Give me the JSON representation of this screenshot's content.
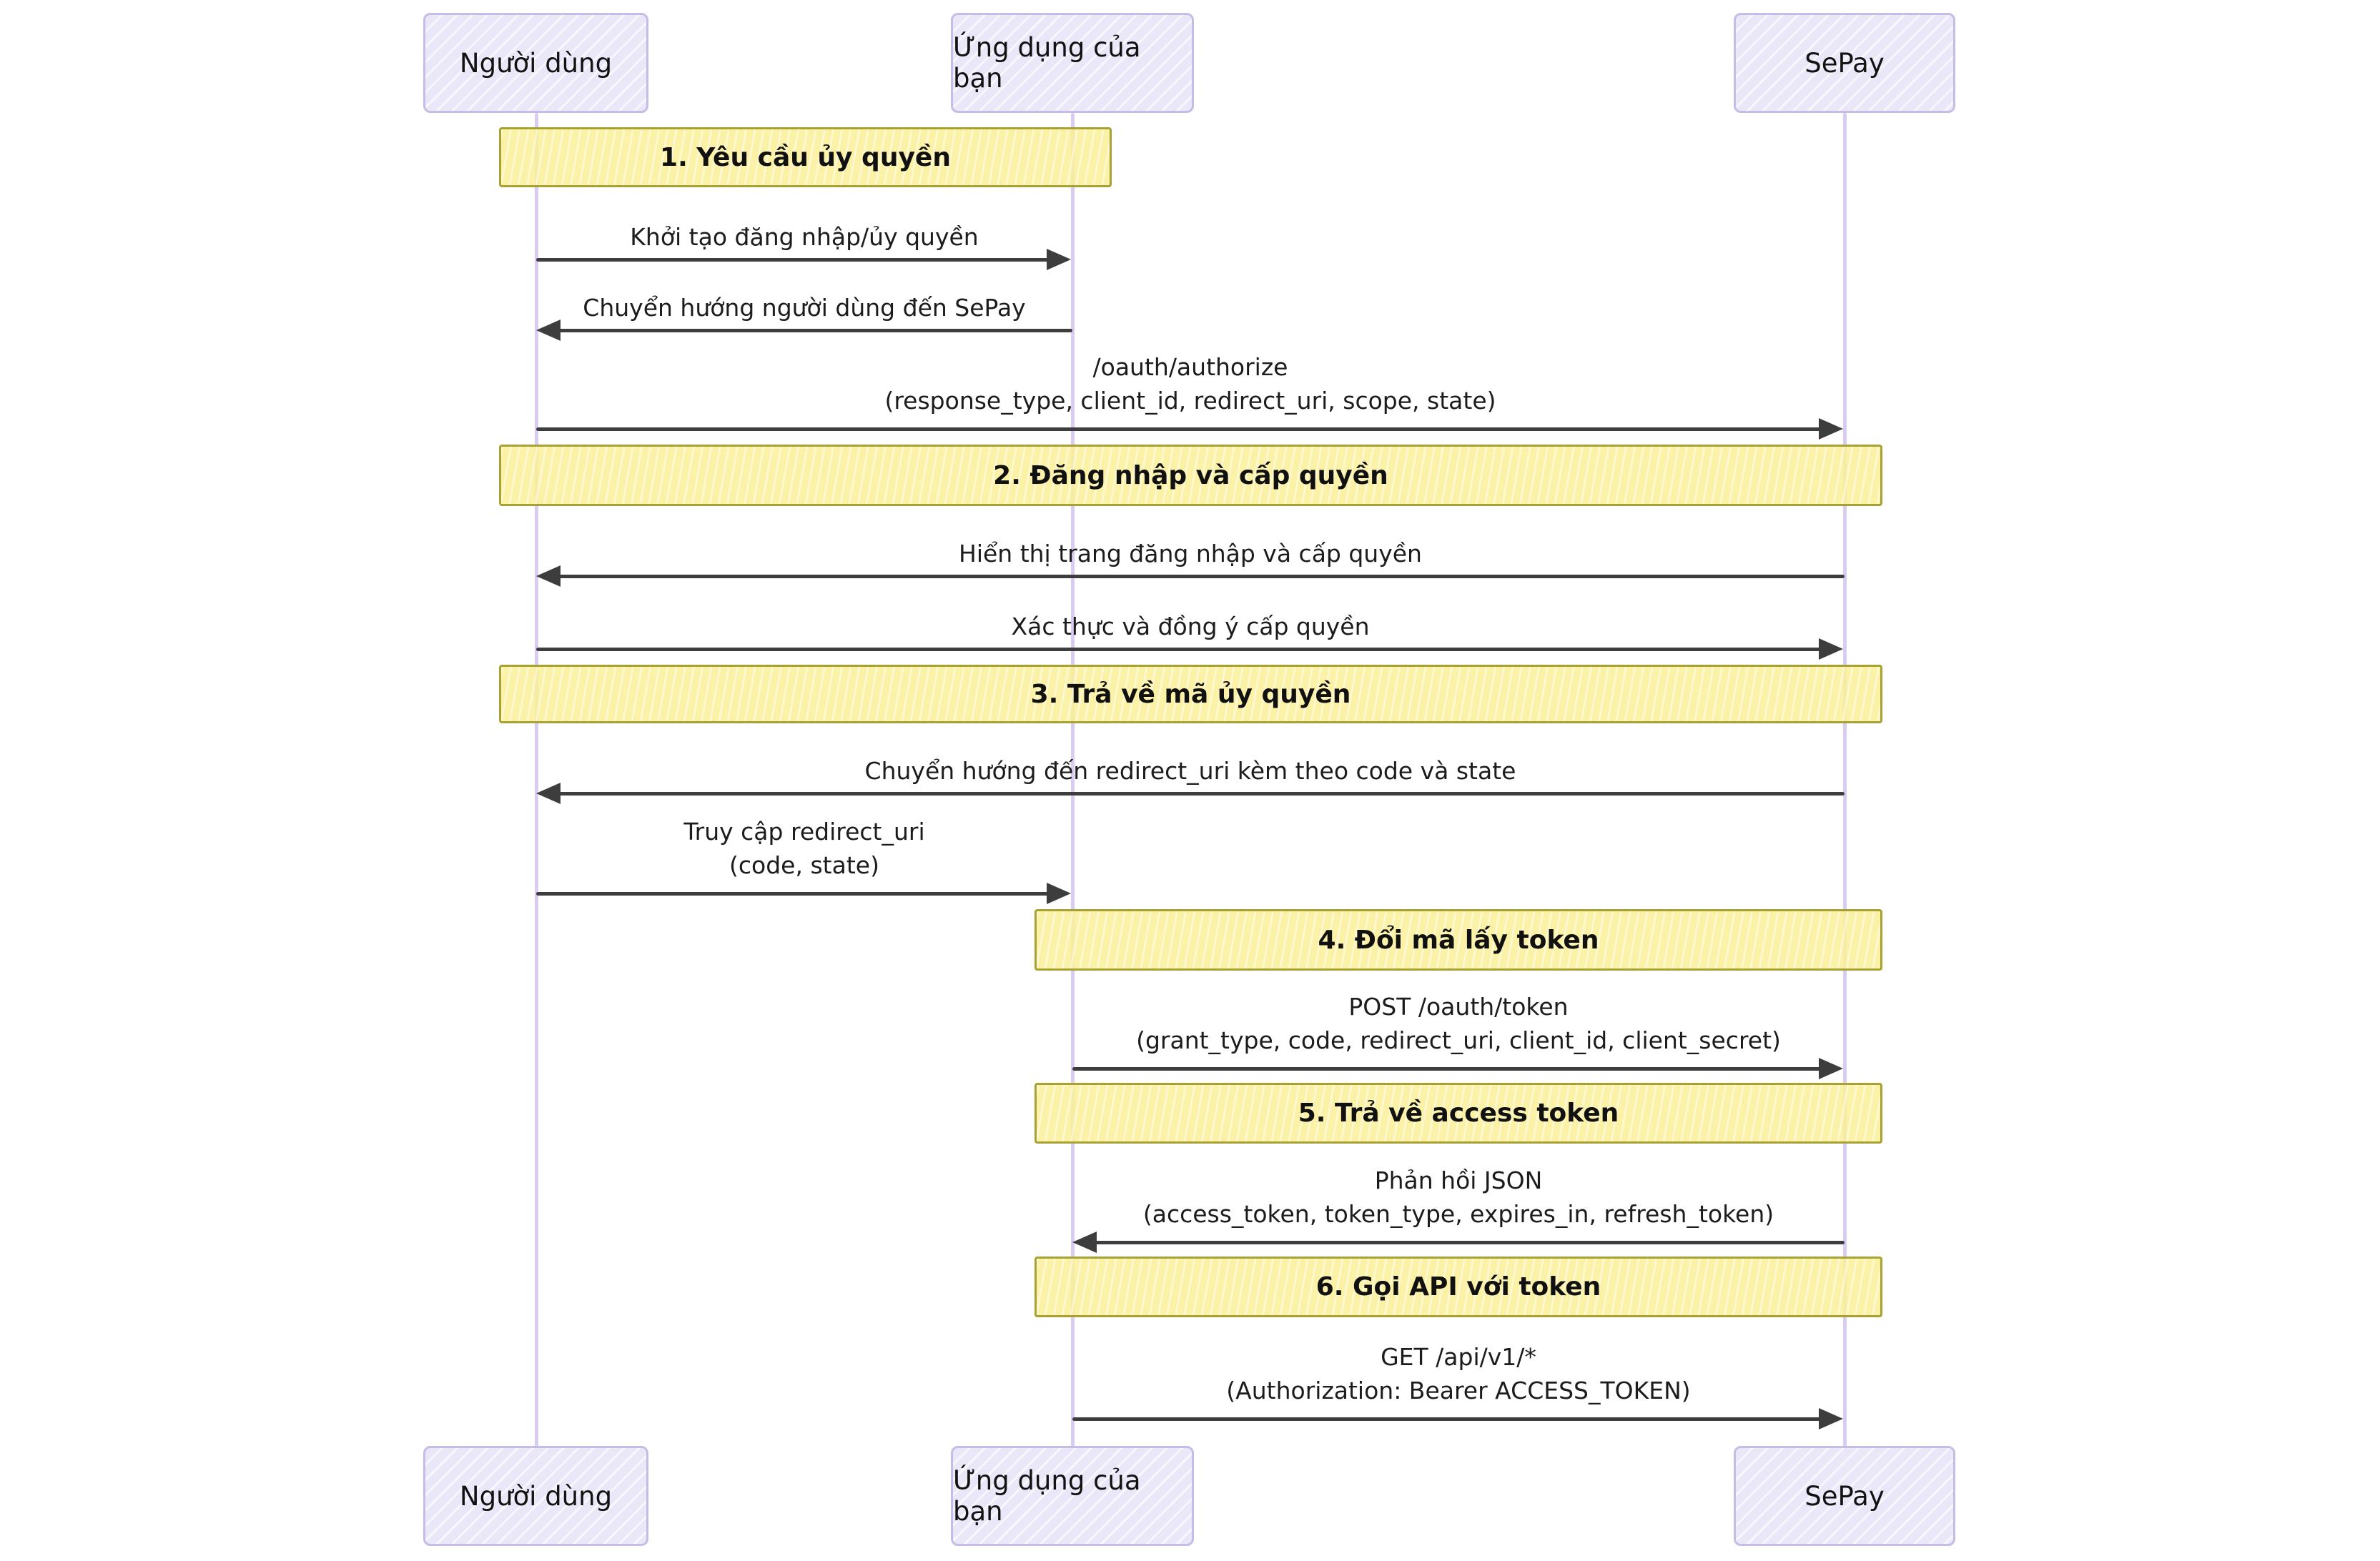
{
  "diagram_type": "sequence",
  "actors": {
    "user": "Người dùng",
    "app": "Ứng dụng của bạn",
    "sepay": "SePay"
  },
  "sections": [
    "1. Yêu cầu ủy quyền",
    "2. Đăng nhập và cấp quyền",
    "3. Trả về mã ủy quyền",
    "4. Đổi mã lấy token",
    "5. Trả về access token",
    "6. Gọi API với token"
  ],
  "messages": [
    {
      "from": "user",
      "to": "app",
      "line1": "Khởi tạo đăng nhập/ủy quyền"
    },
    {
      "from": "app",
      "to": "user",
      "line1": "Chuyển hướng người dùng đến SePay"
    },
    {
      "from": "user",
      "to": "sepay",
      "line1": "/oauth/authorize",
      "line2": "(response_type, client_id, redirect_uri, scope, state)"
    },
    {
      "from": "sepay",
      "to": "user",
      "line1": "Hiển thị trang đăng nhập và cấp quyền"
    },
    {
      "from": "user",
      "to": "sepay",
      "line1": "Xác thực và đồng ý cấp quyền"
    },
    {
      "from": "sepay",
      "to": "user",
      "line1": "Chuyển hướng đến redirect_uri kèm theo code và state"
    },
    {
      "from": "user",
      "to": "app",
      "line1": "Truy cập redirect_uri",
      "line2": "(code, state)"
    },
    {
      "from": "app",
      "to": "sepay",
      "line1": "POST /oauth/token",
      "line2": "(grant_type, code, redirect_uri, client_id, client_secret)"
    },
    {
      "from": "sepay",
      "to": "app",
      "line1": "Phản hồi JSON",
      "line2": "(access_token, token_type, expires_in, refresh_token)"
    },
    {
      "from": "app",
      "to": "sepay",
      "line1": "GET /api/v1/*",
      "line2": "(Authorization: Bearer ACCESS_TOKEN)"
    }
  ],
  "colors": {
    "actor_fill": "#e9e7f8",
    "actor_border": "#c7bbe7",
    "lifeline": "#d8cdf0",
    "banner_fill": "#faf098",
    "banner_border": "#a8a134",
    "arrow": "#3d3d3d",
    "text": "#141414"
  }
}
